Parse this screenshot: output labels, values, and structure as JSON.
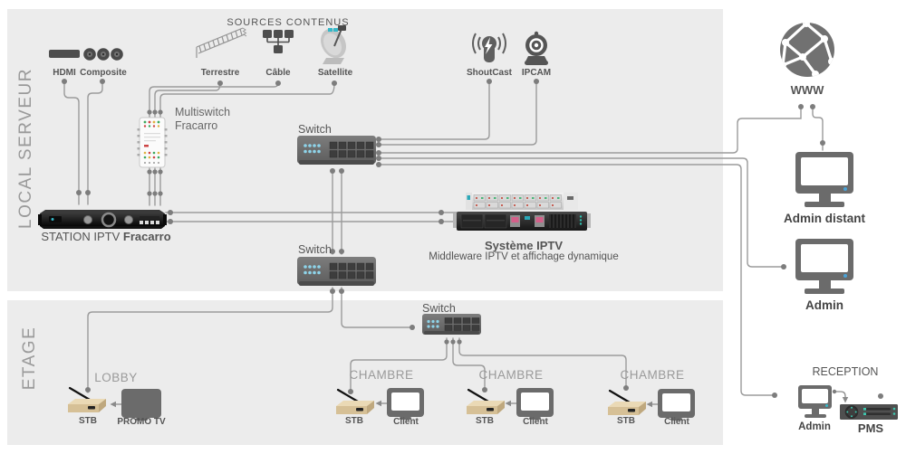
{
  "sections": {
    "local_serveur": "LOCAL SERVEUR",
    "etage": "ETAGE"
  },
  "sources": {
    "title": "SOURCES CONTENUS",
    "hdmi": "HDMI",
    "composite": "Composite",
    "terrestre": "Terrestre",
    "cable": "Câble",
    "satellite": "Satellite",
    "shoutcast": "ShoutCast",
    "ipcam": "IPCAM"
  },
  "backbone": {
    "multiswitch_line1": "Multiswitch",
    "multiswitch_line2": "Fracarro",
    "switch1": "Switch",
    "switch2": "Switch",
    "switch3": "Switch",
    "station_prefix": "STATION IPTV ",
    "station_brand": "Fracarro",
    "systeme_title": "Système IPTV",
    "systeme_subtitle": "Middleware IPTV et  affichage dynamique"
  },
  "rooms": {
    "lobby": {
      "label": "LOBBY",
      "stb": "STB",
      "tv": "PROMO TV"
    },
    "chambre1": {
      "label": "CHAMBRE",
      "stb": "STB",
      "tv": "Client"
    },
    "chambre2": {
      "label": "CHAMBRE",
      "stb": "STB",
      "tv": "Client"
    },
    "chambre3": {
      "label": "CHAMBRE",
      "stb": "STB",
      "tv": "Client"
    }
  },
  "remote": {
    "www": "WWW",
    "admin_distant": "Admin distant",
    "admin": "Admin",
    "reception_title": "RECEPTION",
    "reception_admin": "Admin",
    "pms": "PMS"
  },
  "colors": {
    "panel": "#ececec",
    "line": "#9b9b9b",
    "led_blue": "#7fd0e8",
    "accent_teal": "#35b8c8",
    "monitor_dot_blue": "#4aa3d8",
    "stb_tan": "#d6c096"
  }
}
